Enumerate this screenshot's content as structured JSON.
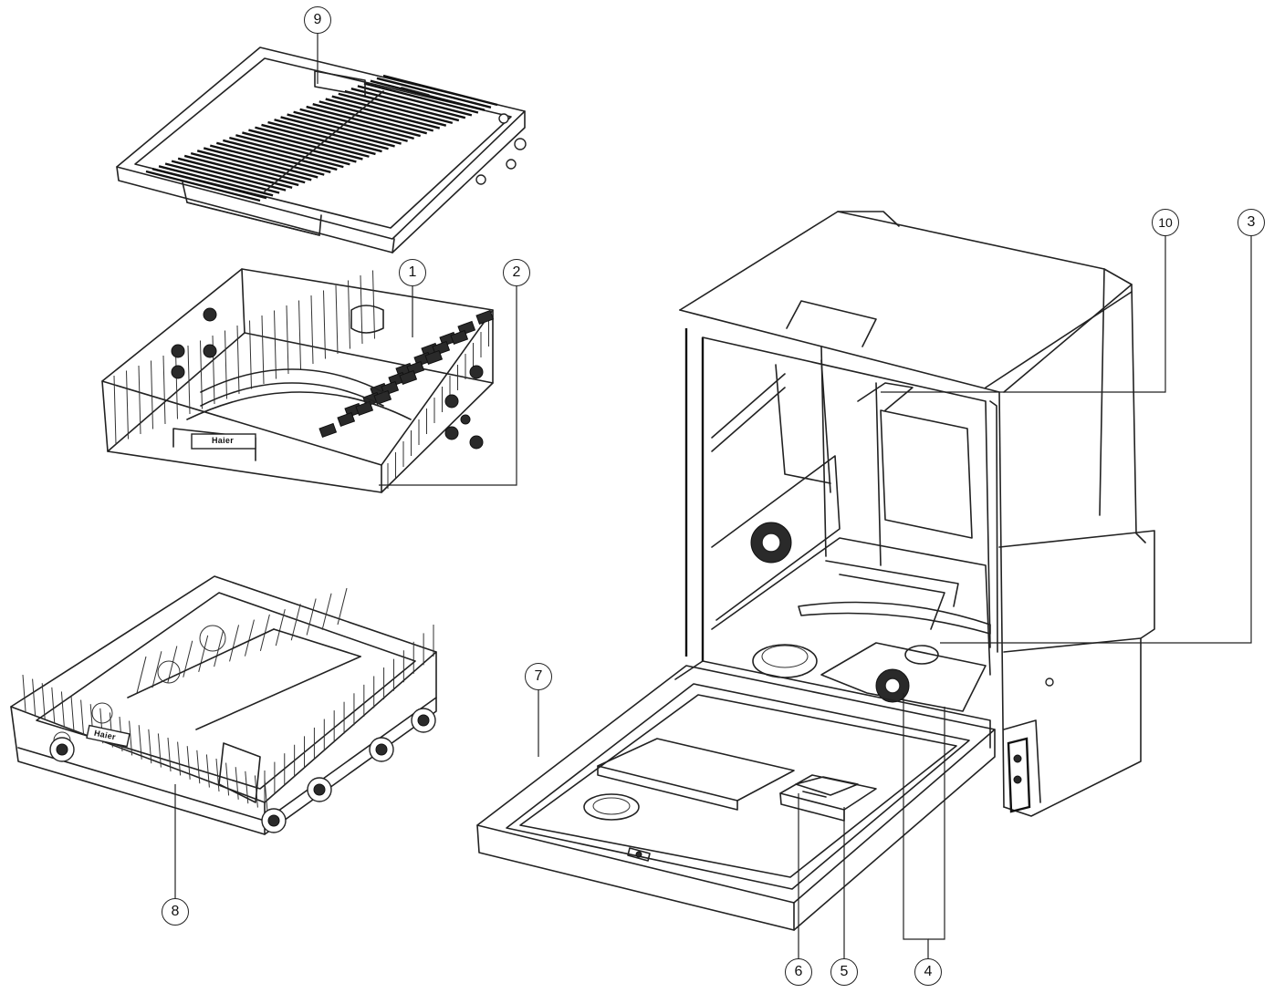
{
  "callouts": {
    "c1": "1",
    "c2": "2",
    "c3": "3",
    "c4": "4",
    "c5": "5",
    "c6": "6",
    "c7": "7",
    "c8": "8",
    "c9": "9",
    "c10": "10"
  },
  "brand": {
    "upper_rack_logo": "Haier",
    "lower_rack_logo": "Haier"
  },
  "colors": {
    "line": "#222222",
    "background": "#ffffff"
  }
}
